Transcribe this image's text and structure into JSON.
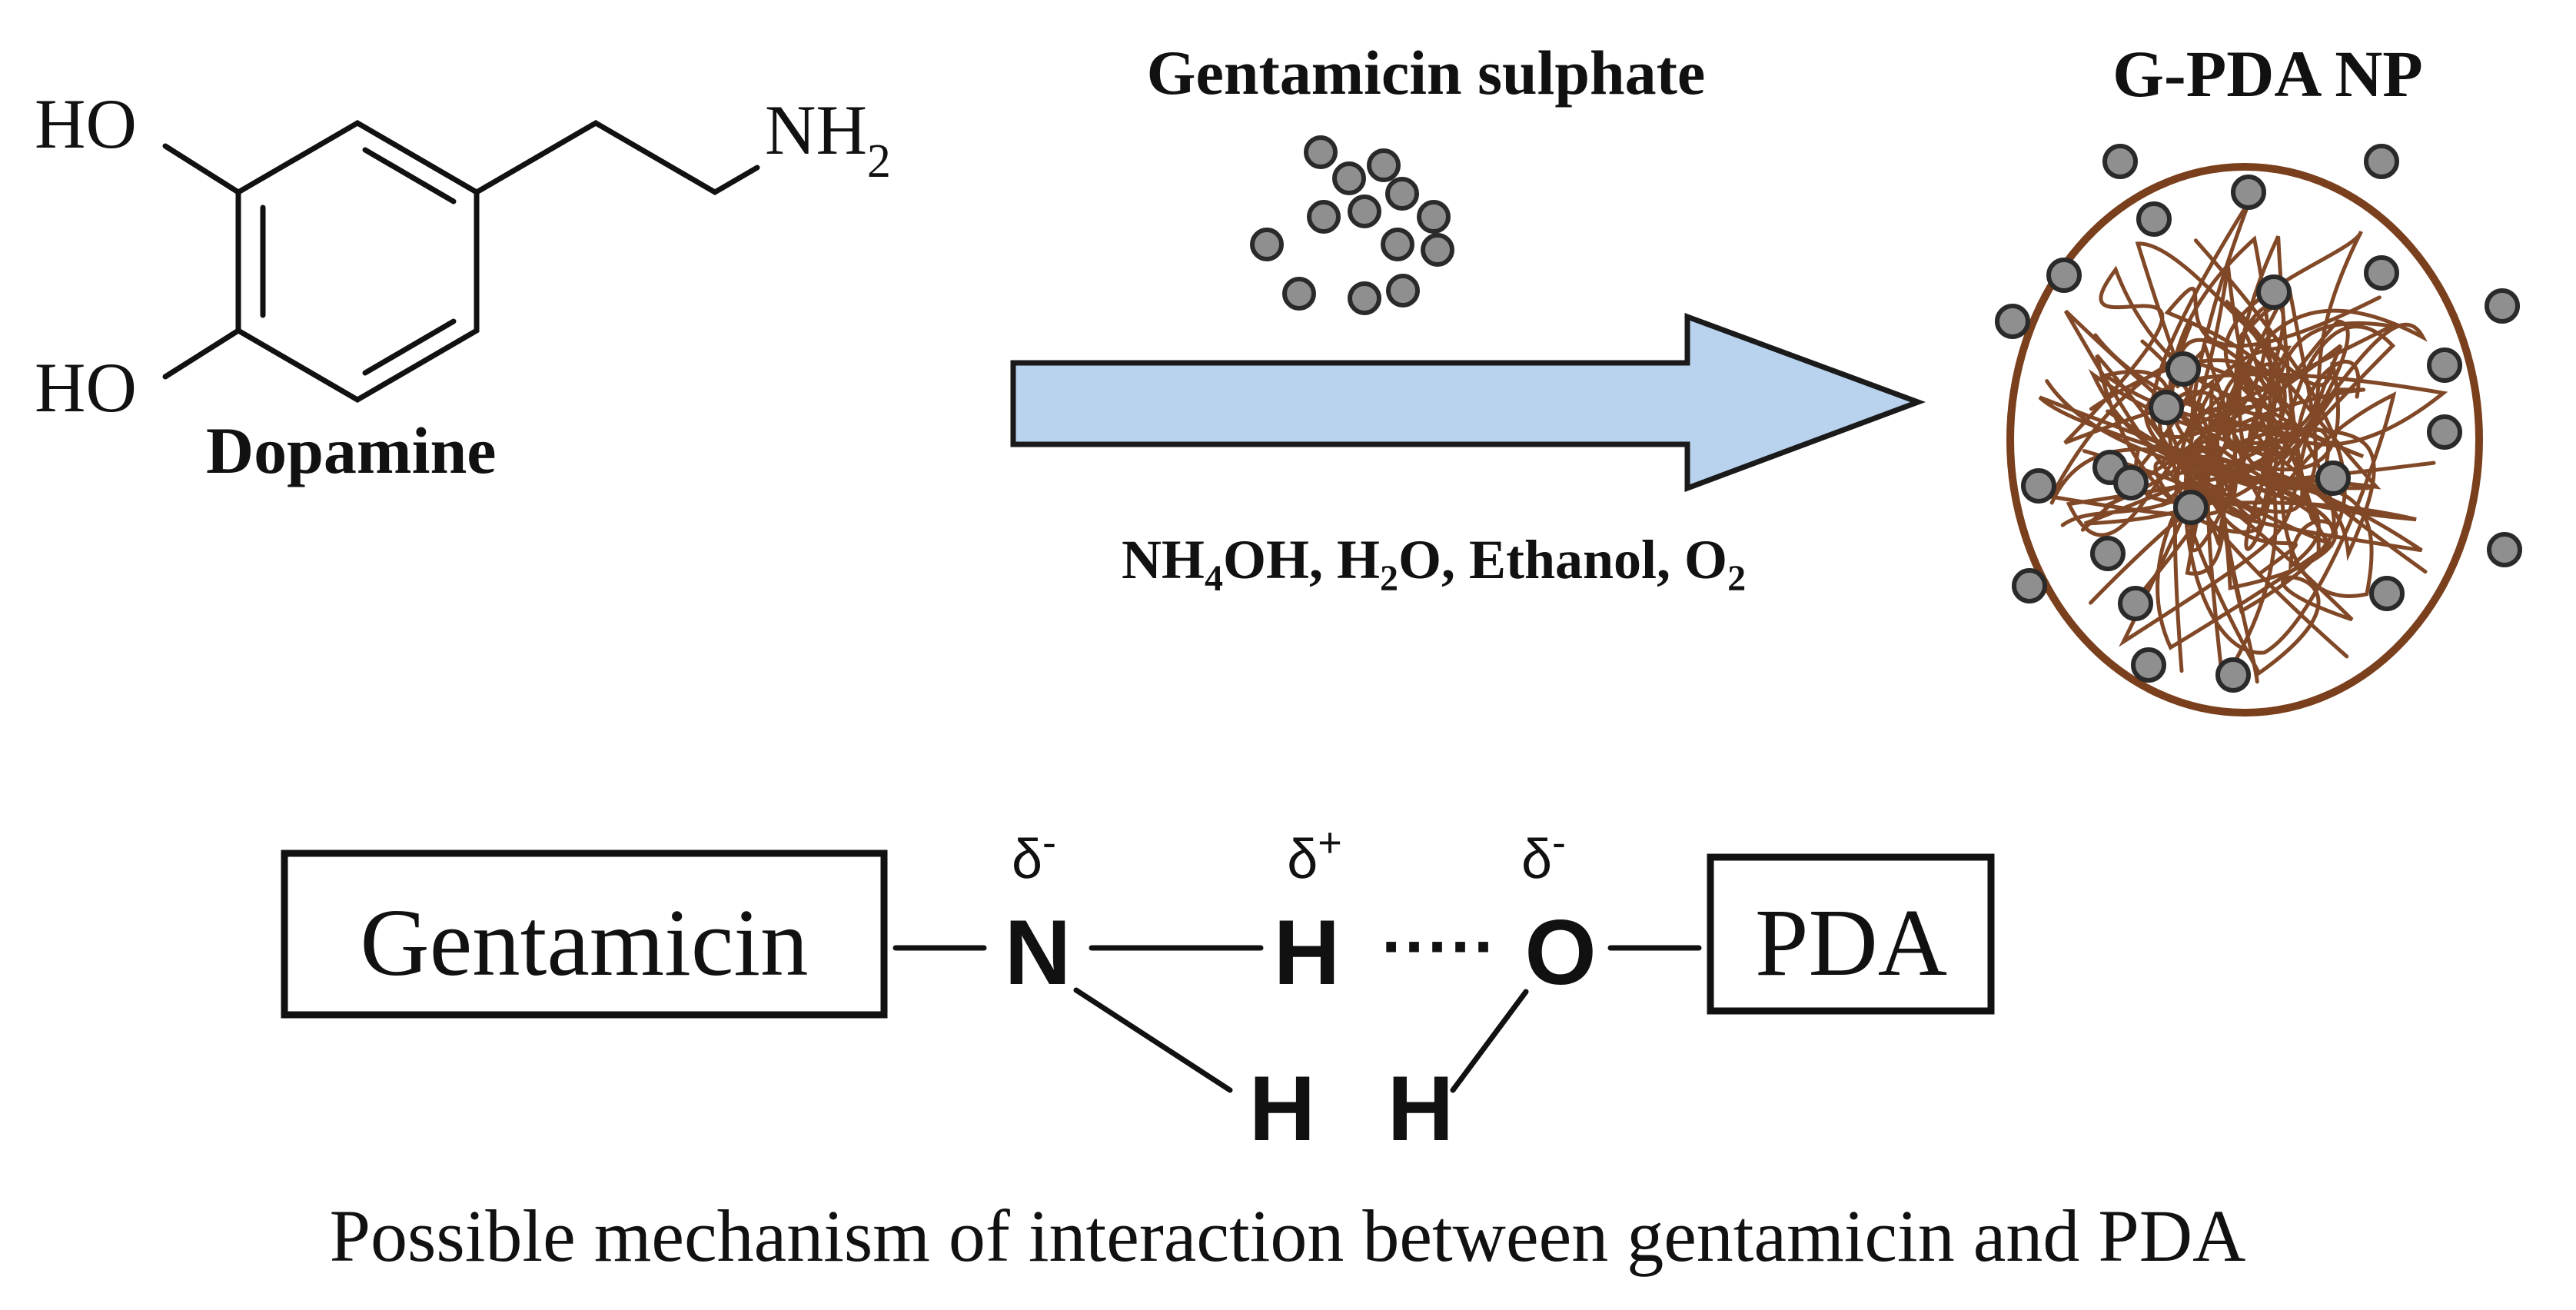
{
  "dopamine": {
    "ho_top": "HO",
    "ho_bottom": "HO",
    "nh": "NH",
    "nh_sub": "2",
    "name": "Dopamine"
  },
  "reagent_label": "Gentamicin sulphate",
  "conditions": {
    "p1": "NH",
    "s1": "4",
    "p2": "OH, H",
    "s2": "2",
    "p3": "O, Ethanol, O",
    "s3": "2"
  },
  "product_label": "G-PDA NP",
  "mechanism": {
    "left_box": "Gentamicin",
    "right_box": "PDA",
    "atom_n": "N",
    "atom_h_mid": "H",
    "atom_o": "O",
    "atom_h_left": "H",
    "atom_h_right": "H",
    "delta_n": "δ",
    "delta_n_sign": "-",
    "delta_h": "δ",
    "delta_h_sign": "+",
    "delta_o": "δ",
    "delta_o_sign": "-",
    "dotted_bond": "·····"
  },
  "caption": "Possible mechanism of interaction between gentamicin and PDA",
  "colors": {
    "arrow_fill": "#b9d3ee",
    "arrow_stroke": "#1a1a1a",
    "particle_fill": "#8f8f8f",
    "particle_stroke": "#2a2a2a",
    "polymer": "#7a3f1c",
    "ink": "#111111"
  }
}
